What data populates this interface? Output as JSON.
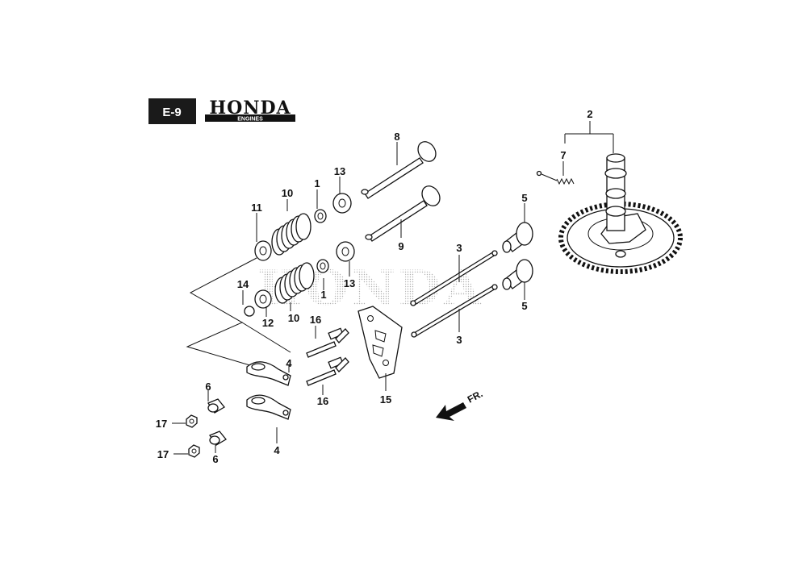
{
  "header": {
    "page_code": "E-9",
    "brand": "HONDA",
    "brand_sub": "ENGINES",
    "watermark": "HONDA"
  },
  "direction_label": "FR.",
  "callouts": {
    "c1a": "1",
    "c1b": "1",
    "c2": "2",
    "c3a": "3",
    "c3b": "3",
    "c4a": "4",
    "c4b": "4",
    "c5a": "5",
    "c5b": "5",
    "c6a": "6",
    "c6b": "6",
    "c7": "7",
    "c8": "8",
    "c9": "9",
    "c10a": "10",
    "c10b": "10",
    "c11": "11",
    "c12": "12",
    "c13a": "13",
    "c13b": "13",
    "c14": "14",
    "c15": "15",
    "c16a": "16",
    "c16b": "16",
    "c17a": "17",
    "c17b": "17"
  },
  "colors": {
    "ink": "#111111",
    "tag_bg": "#1a1a1a",
    "watermark": "#b8b8b8"
  }
}
